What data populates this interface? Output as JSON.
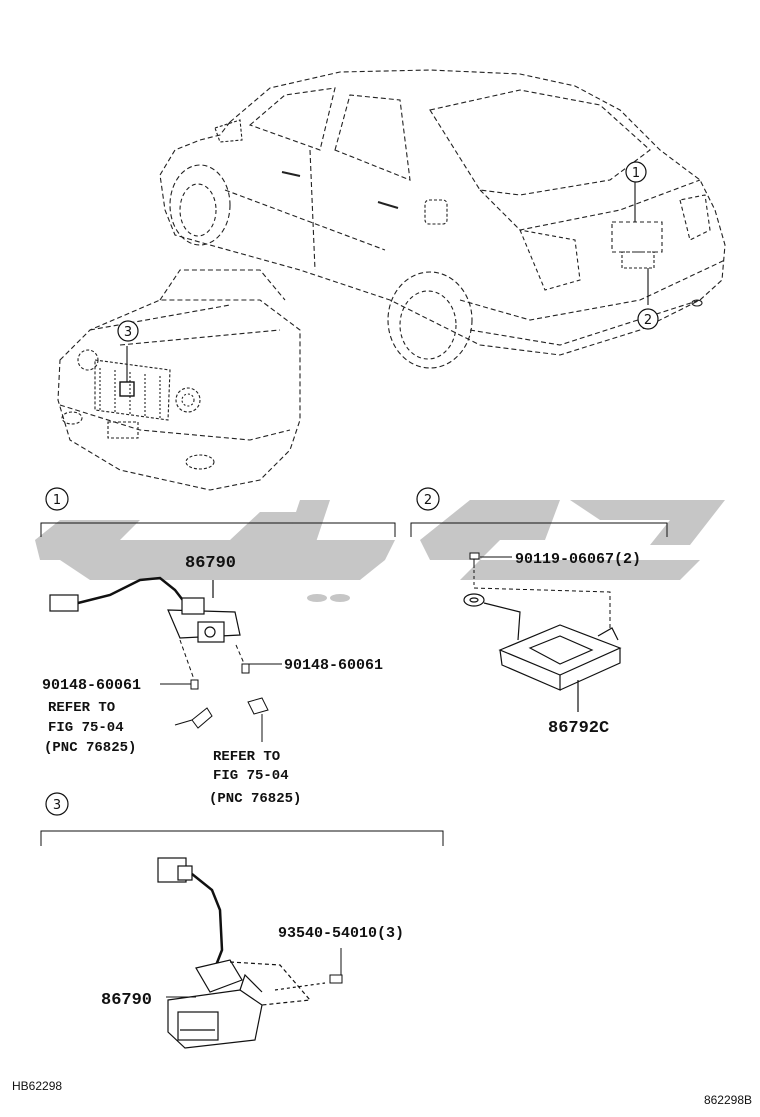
{
  "callouts": {
    "car_1": "1",
    "car_2": "2",
    "car_3": "3",
    "section_1": "1",
    "section_2": "2",
    "section_3": "3"
  },
  "section1": {
    "part_camera": "86790",
    "screw_left": "90148-60061",
    "screw_right": "90148-60061",
    "ref_left": [
      "REFER TO",
      "FIG 75-04",
      "(PNC 76825)"
    ],
    "ref_right": [
      "REFER TO",
      "FIG 75-04",
      "(PNC 76825)"
    ]
  },
  "section2": {
    "bolt": "90119-06067(2)",
    "part_module": "86792C"
  },
  "section3": {
    "screw": "93540-54010(3)",
    "part_camera": "86790"
  },
  "footer": {
    "code_left": "HB62298",
    "code_right": "862298B"
  },
  "colors": {
    "line": "#222222",
    "watermark": "#c4c4c4"
  }
}
